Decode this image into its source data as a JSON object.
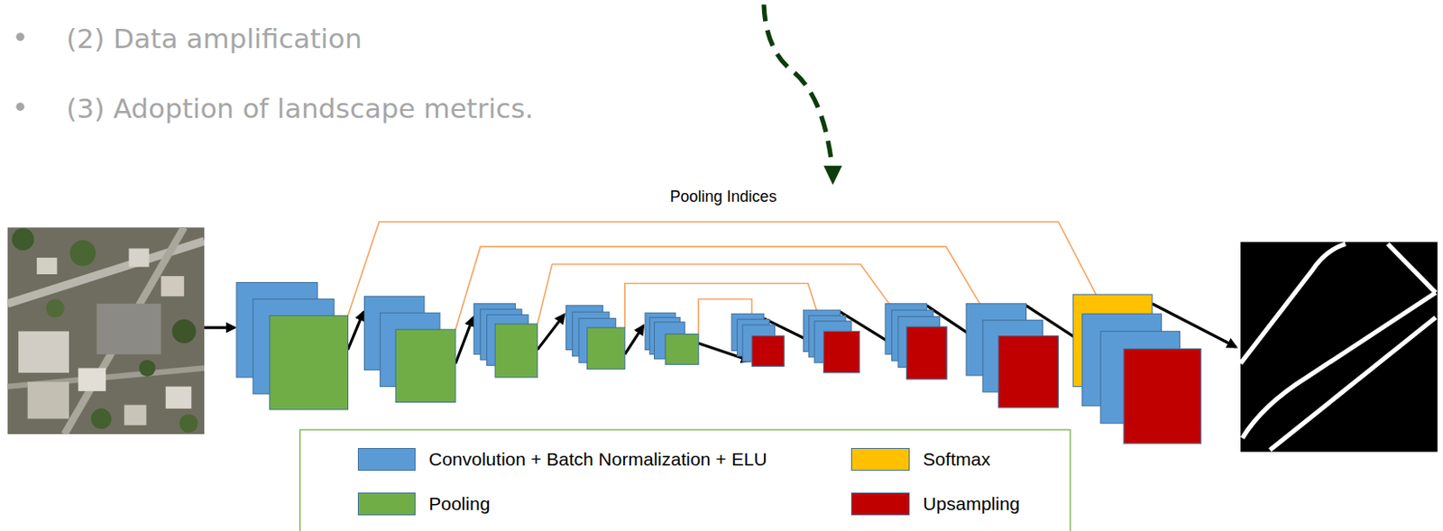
{
  "diagram": {
    "labels": [
      "(2) Data amplification",
      "(3) Adoption of landscape metrics.",
      "Pooling Indices"
    ],
    "legend": [
      {
        "text": "Convolution + Batch Normalization + ELU",
        "color": "#5b9bd5"
      },
      {
        "text": "Softmax",
        "color": "#ffc000"
      },
      {
        "text": "Pooling",
        "color": "#70ad47"
      },
      {
        "text": "Upsampling",
        "color": "#c00000"
      }
    ]
  }
}
